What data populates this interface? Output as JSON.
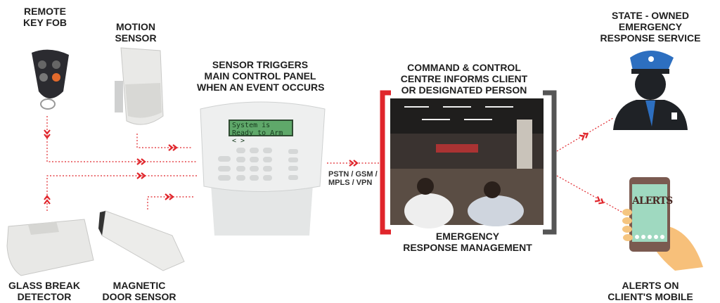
{
  "labels": {
    "key_fob": [
      "REMOTE",
      "KEY FOB"
    ],
    "motion_sensor": [
      "MOTION",
      "SENSOR"
    ],
    "control_panel": [
      "SENSOR TRIGGERS",
      "MAIN CONTROL PANEL",
      "WHEN AN EVENT OCCURS"
    ],
    "command_centre": [
      "COMMAND & CONTROL",
      "CENTRE INFORMS CLIENT",
      "OR DESIGNATED PERSON"
    ],
    "emergency_mgmt": [
      "EMERGENCY",
      "RESPONSE MANAGEMENT"
    ],
    "state_service": [
      "STATE - OWNED",
      "EMERGENCY",
      "RESPONSE SERVICE"
    ],
    "alerts_mobile": [
      "ALERTS ON",
      "CLIENT'S MOBILE"
    ],
    "glass_break": [
      "GLASS BREAK",
      "DETECTOR"
    ],
    "door_sensor": [
      "MAGNETIC",
      "DOOR SENSOR"
    ]
  },
  "network": [
    "PSTN / GSM /",
    "MPLS / VPN"
  ],
  "panel_lcd": [
    "System is",
    "Ready to Arm  < >"
  ],
  "phone_screen": "ALERTS",
  "colors": {
    "accent": "#e0252b",
    "text": "#1f1f1f",
    "bracket_right": "#555555",
    "lcd": "#5fa86a"
  }
}
